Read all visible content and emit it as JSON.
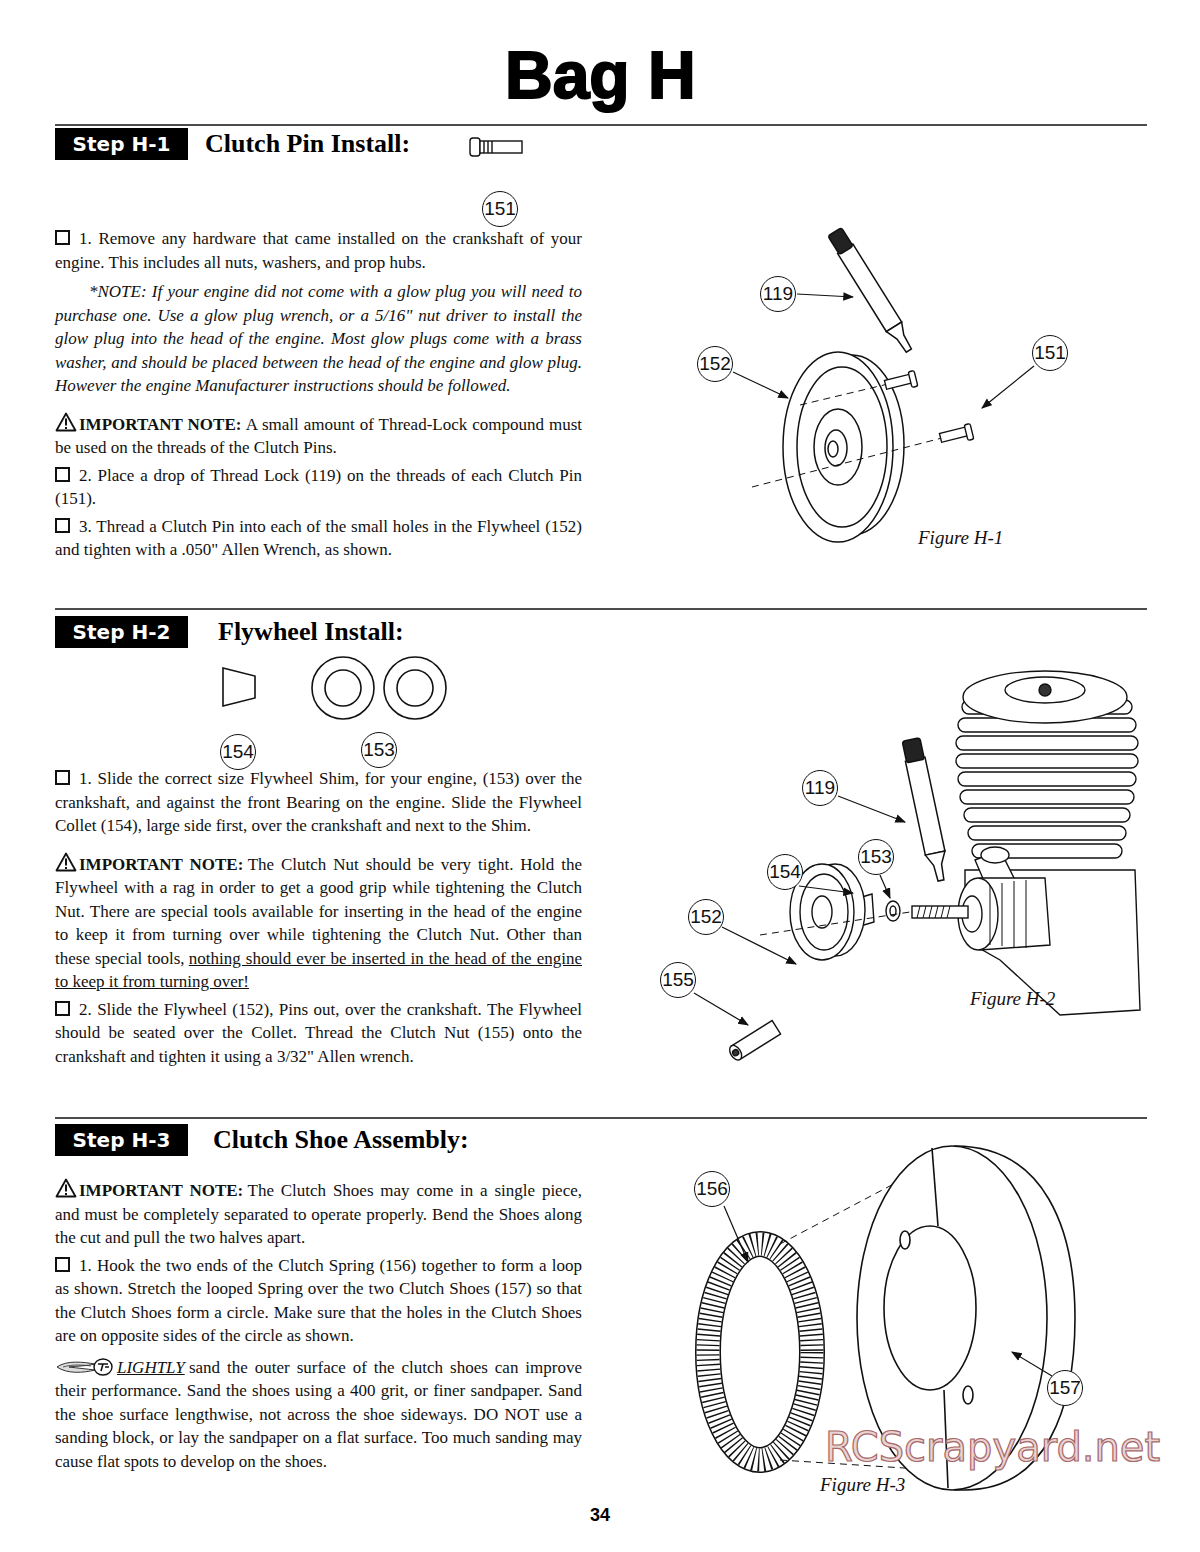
{
  "diagram": {
    "title": "Bag H",
    "nodes": [
      {
        "text": [
          "Step H-1",
          "Clutch Pin Install:"
        ]
      },
      {
        "text": [
          "Step H-2",
          "Flywheel Install:"
        ]
      },
      {
        "text": [
          "Step H-3",
          "Clutch Shoe Assembly:"
        ]
      }
    ],
    "labels": [
      "151",
      "1. Remove any hardware that came installed on the crankshaft of your engine. This includes all nuts, washers, and prop hubs.",
      "*NOTE: If your engine did not come with a glow plug you will need to purchase one. Use a glow plug wrench, or a 5/16\" nut driver to install the glow plug into the head of the engine. Most glow plugs come with a brass washer, and should be placed between the head of the engine and glow plug. However the engine Manufacturer instructions should be followed.",
      "IMPORTANT NOTE:",
      "A small amount of Thread-Lock compound must be used on the threads of the Clutch Pins.",
      "2. Place a drop of Thread Lock (119) on the threads of each Clutch Pin (151).",
      "3. Thread a Clutch Pin into each of the small holes in the Flywheel (152) and tighten with a .050\" Allen Wrench, as shown.",
      "119",
      "152",
      "151",
      "Figure H-1",
      "154",
      "153",
      "1. Slide the correct size Flywheel Shim, for your engine, (153) over the crankshaft, and against the front Bearing on the engine. Slide the Flywheel Collet (154), large side first, over the crankshaft and next to the Shim.",
      "IMPORTANT NOTE:",
      "The Clutch Nut should be very tight. Hold the Flywheel with a rag in order to get a good grip while tightening the Clutch Nut. There are special tools available for inserting in the head of the engine to keep it from turning over while tightening the Clutch Nut. Other than these special tools,",
      "nothing should ever be inserted in the head of the engine to keep it from turning over!",
      "2. Slide the Flywheel (152), Pins out, over the crankshaft. The Flywheel should be seated over the Collet. Thread the Clutch Nut (155) onto the crankshaft and tighten it using a 3/32\" Allen wrench.",
      "119",
      "154",
      "153",
      "152",
      "155",
      "Figure H-2",
      "IMPORTANT NOTE:",
      "The Clutch Shoes may come in a single piece, and must be completely separated to operate properly. Bend the Shoes along the cut and pull the two halves apart.",
      "1. Hook the two ends of the Clutch Spring (156) together to form a loop as shown. Stretch the looped Spring over the two Clutch Shoes (157) so that the Clutch Shoes form a circle. Make sure that the holes in the Clutch Shoes are on opposite sides of the circle as shown.",
      "LIGHTLY",
      "sand the outer surface of the clutch shoes can improve their performance. Sand the shoes using a 400 grit, or finer sandpaper. Sand the shoe surface lengthwise, not across the shoe sideways. DO NOT use a sanding block, or lay the sandpaper on a flat surface. Too much sanding may cause flat spots to develop on the shoes.",
      "156",
      "157",
      "Figure H-3",
      "34",
      "RCScrapyard.net"
    ]
  }
}
